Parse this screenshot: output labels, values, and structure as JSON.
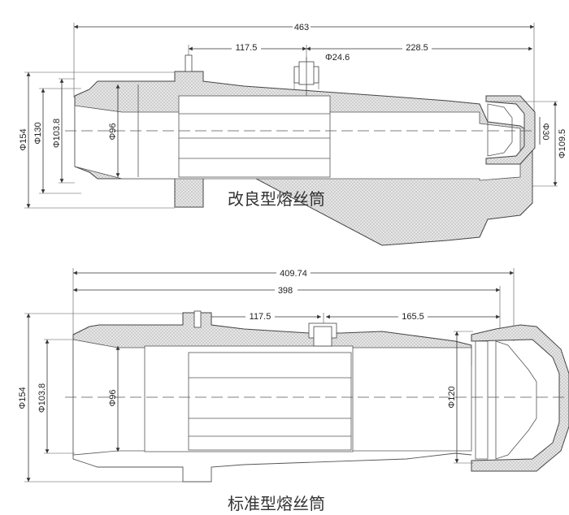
{
  "improved": {
    "title": "改良型熔丝筒",
    "dims": {
      "total": "463",
      "left_span": "117.5",
      "right_span": "228.5",
      "hole": "Φ24.6",
      "d154": "Φ154",
      "d130": "Φ130",
      "d103": "Φ103.8",
      "d96": "Φ96",
      "d30": "Φ30",
      "d109": "Φ109.5"
    }
  },
  "standard": {
    "title": "标准型熔丝筒",
    "dims": {
      "total": "409.74",
      "body": "398",
      "left_span": "117.5",
      "right_span": "165.5",
      "d154": "Φ154",
      "d103": "Φ103.8",
      "d96": "Φ96",
      "d120": "Φ120"
    }
  }
}
